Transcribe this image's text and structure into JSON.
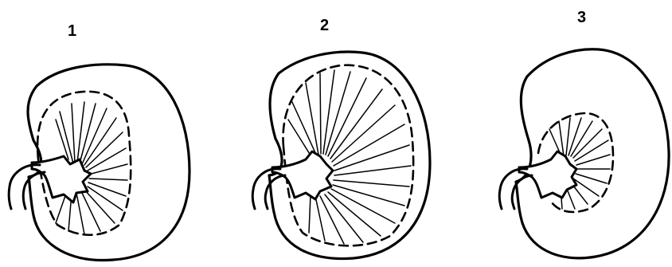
{
  "labels": {
    "kidney_1": "1",
    "kidney_2": "2",
    "kidney_3": "3"
  },
  "colors": {
    "ink": "#000000",
    "background": "#ffffff"
  }
}
